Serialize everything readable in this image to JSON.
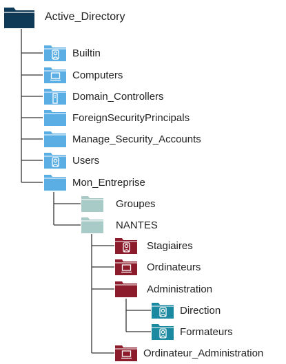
{
  "tree": {
    "root": {
      "label": "Active_Directory",
      "icon": "folder-icon",
      "color": "#0f3a57"
    },
    "children": [
      {
        "label": "Builtin",
        "icon": "user-badge-folder-icon",
        "color": "#5aaee4"
      },
      {
        "label": "Computers",
        "icon": "computer-folder-icon",
        "color": "#5aaee4"
      },
      {
        "label": "Domain_Controllers",
        "icon": "server-folder-icon",
        "color": "#5aaee4"
      },
      {
        "label": "ForeignSecurityPrincipals",
        "icon": "folder-icon",
        "color": "#5aaee4"
      },
      {
        "label": "Manage_Security_Accounts",
        "icon": "folder-icon",
        "color": "#5aaee4"
      },
      {
        "label": "Users",
        "icon": "user-badge-folder-icon",
        "color": "#5aaee4"
      },
      {
        "label": "Mon_Entreprise",
        "icon": "folder-icon",
        "color": "#5aaee4",
        "children": [
          {
            "label": "Groupes",
            "icon": "folder-icon",
            "color": "#a9cbc7"
          },
          {
            "label": "NANTES",
            "icon": "folder-icon",
            "color": "#a9cbc7",
            "children": [
              {
                "label": "Stagiaires",
                "icon": "user-badge-folder-icon",
                "color": "#8c1c2c"
              },
              {
                "label": "Ordinateurs",
                "icon": "computer-folder-icon",
                "color": "#8c1c2c"
              },
              {
                "label": "Administration",
                "icon": "folder-icon",
                "color": "#8c1c2c",
                "children": [
                  {
                    "label": "Direction",
                    "icon": "user-badge-folder-icon",
                    "color": "#1b8aa0"
                  },
                  {
                    "label": "Formateurs",
                    "icon": "user-badge-folder-icon",
                    "color": "#1b8aa0"
                  }
                ]
              },
              {
                "label": "Ordinateur_Administration",
                "icon": "computer-folder-icon",
                "color": "#8c1c2c"
              }
            ]
          }
        ]
      }
    ]
  }
}
